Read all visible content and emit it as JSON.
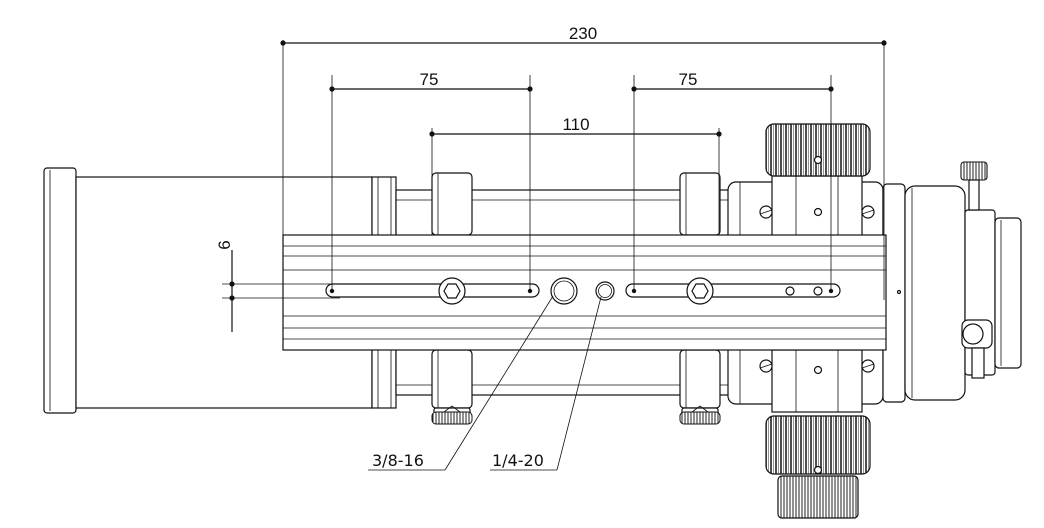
{
  "dimensions": {
    "overall_length": "230",
    "left_slot_span": "75",
    "right_slot_span": "75",
    "ring_spacing": "110",
    "slot_width": "6"
  },
  "callouts": {
    "large_thread": "3/8-16",
    "small_thread": "1/4-20"
  }
}
